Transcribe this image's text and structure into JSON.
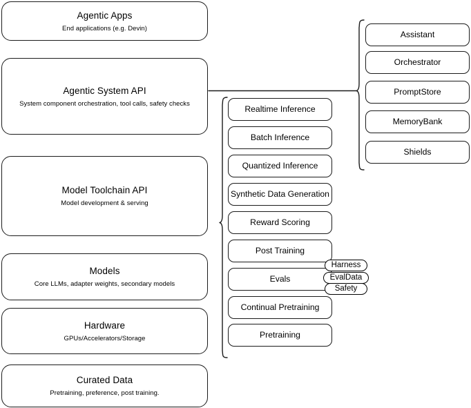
{
  "diagram": {
    "title": "AI stack layered architecture diagram",
    "stroke_color": "#1a1a1a",
    "background_color": "#ffffff"
  },
  "stack_layers": [
    {
      "name": "agentic-apps",
      "title": "Agentic Apps",
      "subtitle": "End applications (e.g. Devin)"
    },
    {
      "name": "agentic-system-api",
      "title": "Agentic System API",
      "subtitle": "System component orchestration, tool calls, safety checks"
    },
    {
      "name": "model-toolchain-api",
      "title": "Model Toolchain API",
      "subtitle": "Model development & serving"
    },
    {
      "name": "models",
      "title": "Models",
      "subtitle": "Core LLMs, adapter weights, secondary models"
    },
    {
      "name": "hardware",
      "title": "Hardware",
      "subtitle": "GPUs/Accelerators/Storage"
    },
    {
      "name": "curated-data",
      "title": "Curated Data",
      "subtitle": "Pretraining, preference, post training."
    }
  ],
  "toolchain_items": [
    {
      "name": "realtime-inference",
      "label": "Realtime Inference"
    },
    {
      "name": "batch-inference",
      "label": "Batch Inference"
    },
    {
      "name": "quantized-inference",
      "label": "Quantized Inference"
    },
    {
      "name": "synthetic-data-generation",
      "label": "Synthetic Data Generation"
    },
    {
      "name": "reward-scoring",
      "label": "Reward Scoring"
    },
    {
      "name": "post-training",
      "label": "Post Training"
    },
    {
      "name": "evals",
      "label": "Evals"
    },
    {
      "name": "continual-pretraining",
      "label": "Continual Pretraining"
    },
    {
      "name": "pretraining",
      "label": "Pretraining"
    }
  ],
  "system_items": [
    {
      "name": "assistant",
      "label": "Assistant"
    },
    {
      "name": "orchestrator",
      "label": "Orchestrator"
    },
    {
      "name": "promptstore",
      "label": "PromptStore"
    },
    {
      "name": "memorybank",
      "label": "MemoryBank"
    },
    {
      "name": "shields",
      "label": "Shields"
    }
  ],
  "evals_chips": [
    {
      "name": "harness",
      "label": "Harness"
    },
    {
      "name": "evaldata",
      "label": "EvalData"
    },
    {
      "name": "safety",
      "label": "Safety"
    }
  ]
}
